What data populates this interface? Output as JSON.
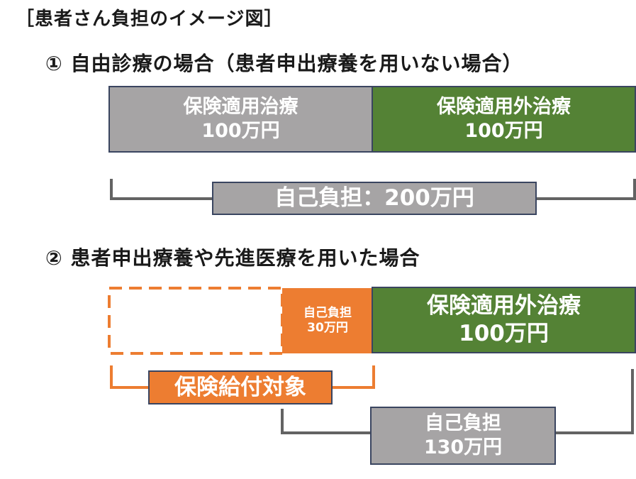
{
  "title": "［患者さん負担のイメージ図］",
  "section1": {
    "title": "① 自由診療の場合（患者申出療養を用いない場合）",
    "box_left": {
      "line1": "保険適用治療",
      "line2": "100万円"
    },
    "box_right": {
      "line1": "保険適用外治療",
      "line2": "100万円"
    },
    "total": "自己負担：200万円"
  },
  "section2": {
    "title": "② 患者申出療養や先進医療を用いた場合",
    "copay": {
      "line1": "自己負担",
      "line2": "30万円"
    },
    "box_right": {
      "line1": "保険適用外治療",
      "line2": "100万円"
    },
    "insurance_label": "保険給付対象",
    "self_pay": {
      "line1": "自己負担",
      "line2": "130万円"
    }
  },
  "colors": {
    "gray": "#a6a4a5",
    "green": "#548235",
    "orange": "#ed7d31",
    "border": "#3a4560",
    "bracket": "#636363"
  }
}
